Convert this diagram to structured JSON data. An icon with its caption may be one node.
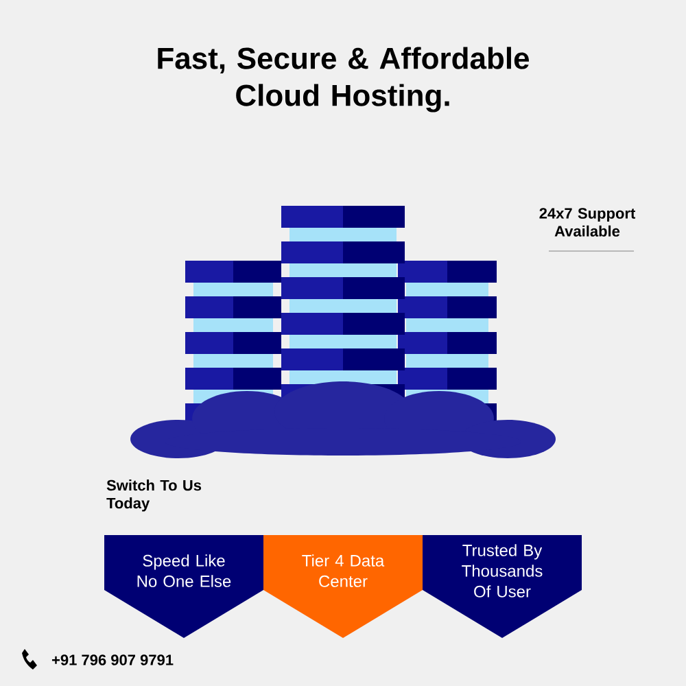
{
  "diagram": {
    "title": "Fast, Secure & Affordable Cloud Hosting.",
    "nodes": [
      {
        "text": [
          "Speed Like No One Else"
        ]
      },
      {
        "text": [
          "Tier 4 Data Center"
        ]
      },
      {
        "text": [
          "Trusted By Thousands Of User"
        ]
      }
    ],
    "edges": [],
    "labels": [
      "24x7 Support Available",
      "Switch To Us Today",
      "+91 796 907 9791"
    ]
  }
}
